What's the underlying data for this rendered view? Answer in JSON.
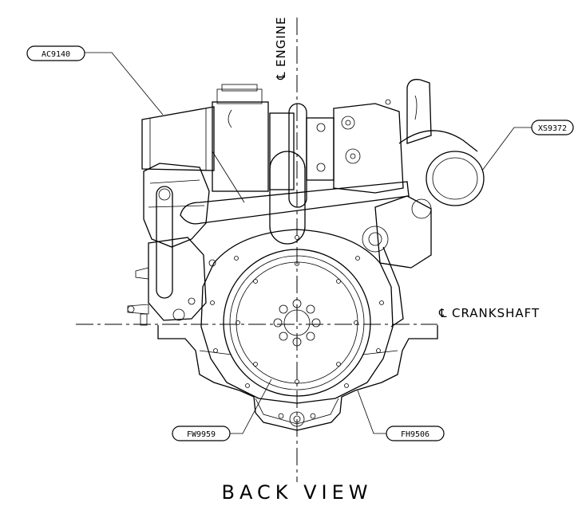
{
  "title": "BACK VIEW",
  "centerlines": {
    "engine": "ENGINE",
    "crankshaft": "CRANKSHAFT",
    "symbol": "℄"
  },
  "callouts": [
    {
      "id": "ac",
      "label": "AC9140"
    },
    {
      "id": "xs",
      "label": "XS9372"
    },
    {
      "id": "fw",
      "label": "FW9959"
    },
    {
      "id": "fh",
      "label": "FH9506"
    }
  ]
}
